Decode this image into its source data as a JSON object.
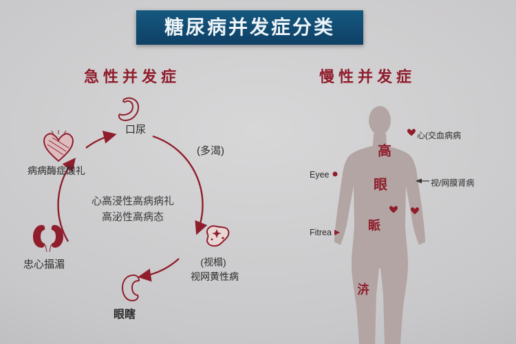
{
  "colors": {
    "banner_bg": "#15587f",
    "banner_bg_dark": "#0f4066",
    "title_text": "#eef4f7",
    "accent_red": "#8f1d2c",
    "body_fill": "#b2a5a3",
    "label_dark": "#2b2b2b"
  },
  "title": "糖尿病并发症分类",
  "acute": {
    "heading": "急性并发症",
    "stomach_label": "口尿",
    "thirst_label": "(多渴)",
    "heart_label": "病病酶症酸礼",
    "center_line1": "心高浸性高病病礼",
    "center_line2": "高泌性高病态",
    "retina_label1": "(视榻)",
    "retina_label2": "视网黄性病",
    "bean_label": "眼瞎",
    "kidney_label": "忠心揊湄"
  },
  "chronic": {
    "heading": "慢性并发症",
    "heart_label": "心(交血病病",
    "chest_char": "高",
    "eye_label": "Eyee",
    "eye_char": "眼",
    "retina_label": "视/网膜肾病",
    "flank_char": "眽",
    "fitrea_label": "Fitrea",
    "pelvis_char": "泋"
  }
}
